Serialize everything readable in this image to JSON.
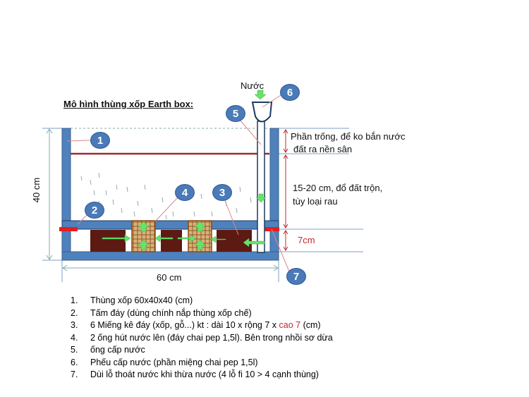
{
  "title": "Mô hình thùng xốp Earth box:",
  "water_label": "Nước",
  "dimensions": {
    "height": "40 cm",
    "width": "60 cm",
    "empty_space": [
      "Phần trống, để ko bắn nước",
      "đất  ra nền sân"
    ],
    "soil": [
      "15-20 cm, đổ đất trộn,",
      "tùy loại rau"
    ],
    "reservoir": "7cm"
  },
  "badges": [
    "1",
    "2",
    "3",
    "4",
    "5",
    "6",
    "7"
  ],
  "legend": [
    {
      "num": "1.",
      "text": "Thùng xốp 60x40x40 (cm)"
    },
    {
      "num": "2.",
      "text": "Tấm đáy (dùng chính nắp thùng xốp chế)"
    },
    {
      "num": "3.",
      "text": "6 Miếng kê đáy (xốp, gỗ...) kt : dài 10 x rộng 7 x ",
      "red": "cao 7",
      "tail": " (cm)"
    },
    {
      "num": "4.",
      "text": "2 ống hút nước lên (đáy chai pep 1,5l). Bên trong nhồi sơ dừa"
    },
    {
      "num": "5.",
      "text": "ống cấp nước"
    },
    {
      "num": "6.",
      "text": "Phếu cấp nước (phần miệng chai pep 1,5l)"
    },
    {
      "num": "7.",
      "text": "Dùi lỗ thoát nước khi thừa nước (4 lỗ fi 10 > 4 cạnh thùng)"
    }
  ],
  "colors": {
    "box": "#4f81bd",
    "soil_line": "#9b2b2b",
    "block": "#5c1a12",
    "arrow": "#66e36a",
    "drain": "#e51e1e"
  }
}
